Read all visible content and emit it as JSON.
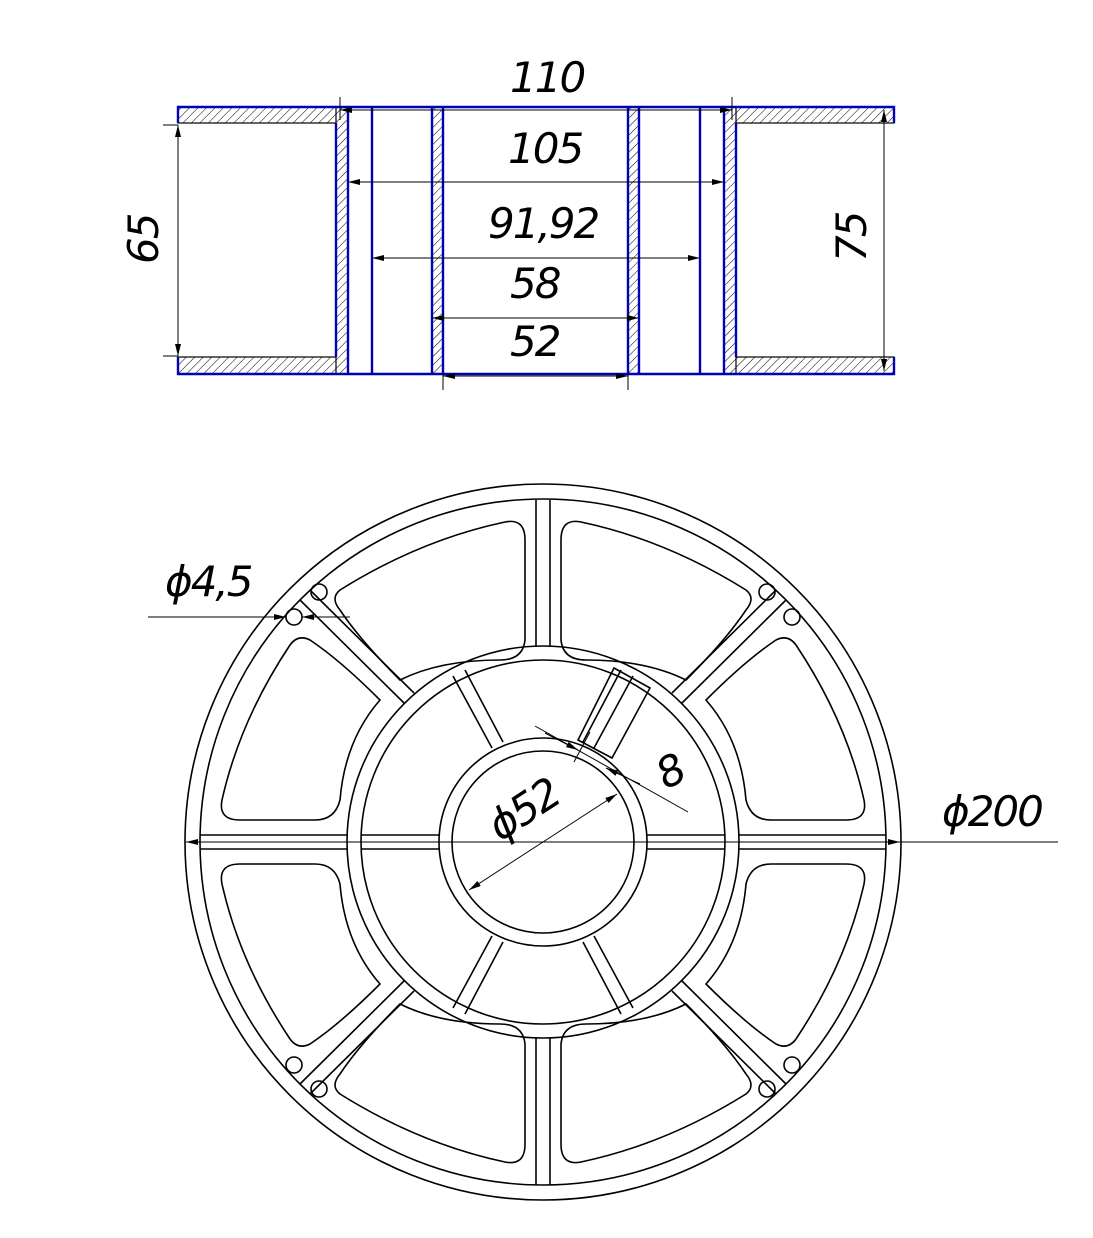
{
  "section_view": {
    "dims": {
      "d110": "110",
      "d105": "105",
      "d9192": "91,92",
      "d58": "58",
      "d52": "52",
      "d65": "65",
      "d75": "75"
    }
  },
  "front_view": {
    "dims": {
      "hole": "ϕ4,5",
      "slot": "8",
      "bore": "ϕ52",
      "outer": "ϕ200"
    }
  }
}
